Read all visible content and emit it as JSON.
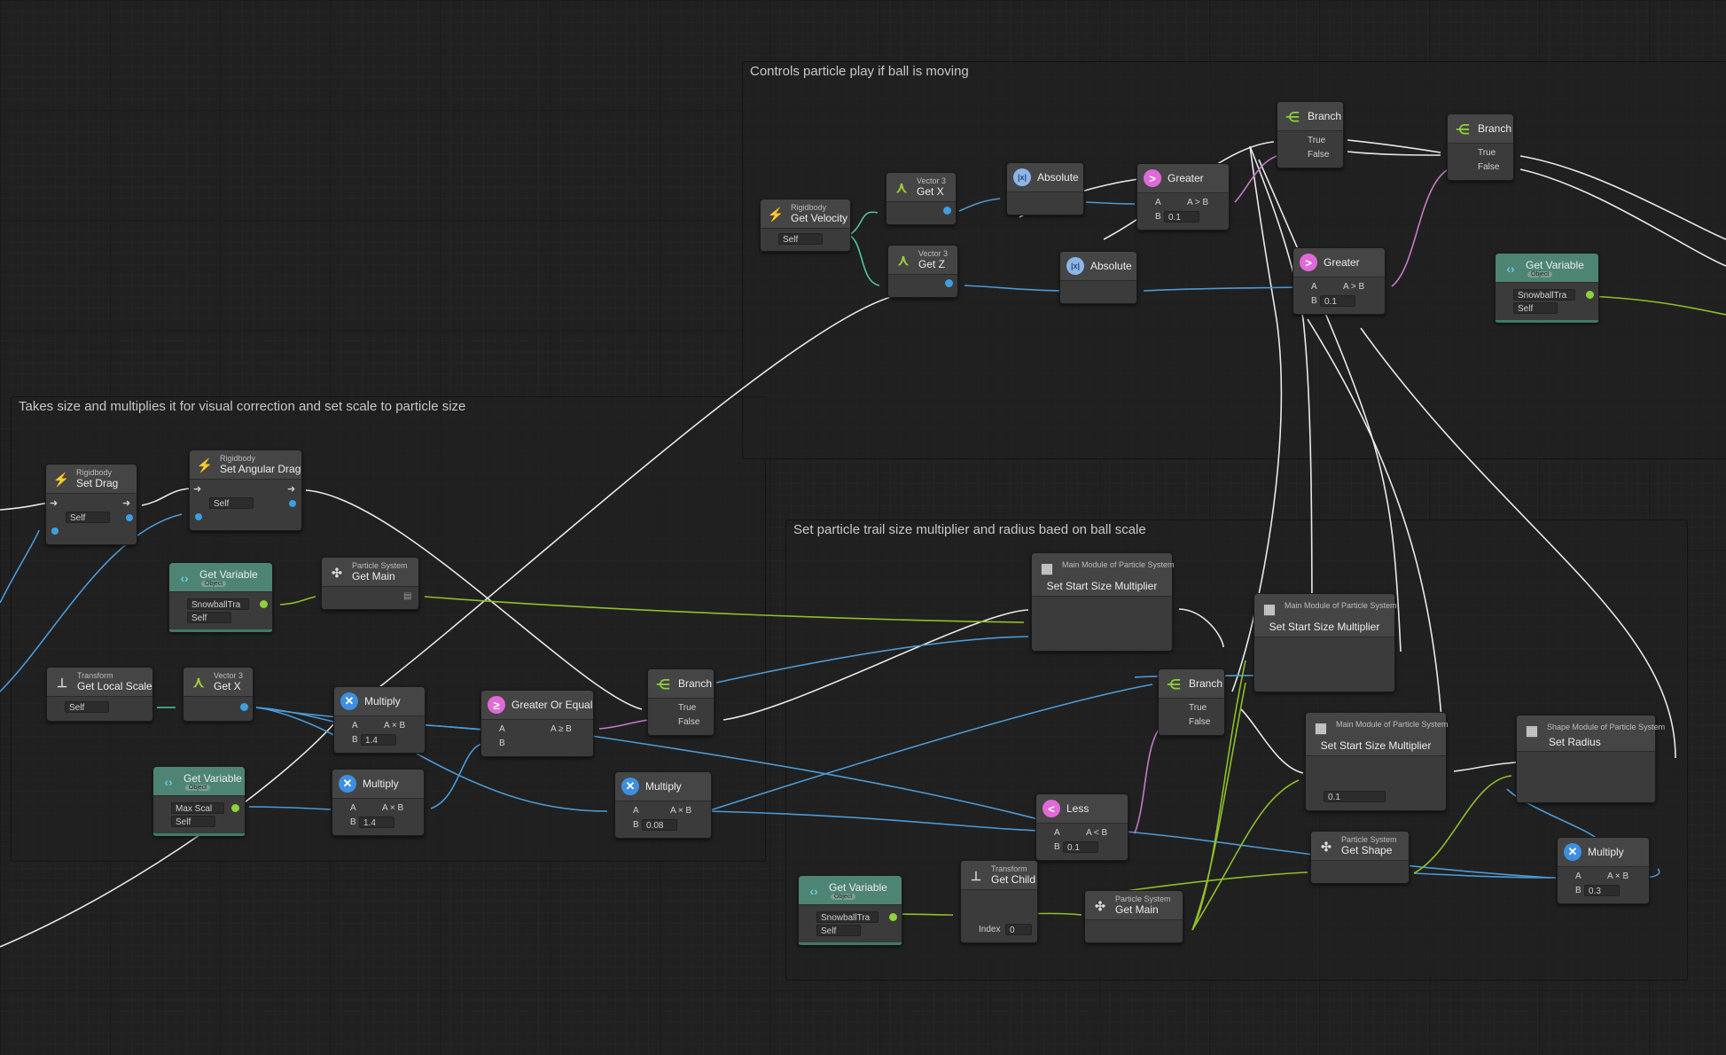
{
  "groups": {
    "scale": {
      "title": "Takes size and multiplies it for visual correction and set scale to particle size"
    },
    "particle_play": {
      "title": "Controls particle play if ball is moving"
    },
    "trail": {
      "title": "Set particle trail size multiplier and radius baed on ball scale"
    }
  },
  "nodes": {
    "set_drag": {
      "category": "Rigidbody",
      "title": "Set Drag",
      "self": "Self"
    },
    "set_ang_drag": {
      "category": "Rigidbody",
      "title": "Set Angular Drag",
      "self": "Self"
    },
    "getvar_snowball1": {
      "title": "Get Variable",
      "badge": "Object",
      "value": "SnowballTra",
      "self": "Self"
    },
    "get_main1": {
      "category": "Particle System",
      "title": "Get Main"
    },
    "get_local_scale": {
      "category": "Transform",
      "title": "Get Local Scale",
      "self": "Self"
    },
    "vec3_getx1": {
      "category": "Vector 3",
      "title": "Get X"
    },
    "multiply1": {
      "title": "Multiply",
      "a": "A",
      "out": "A × B",
      "b": "B",
      "b_value": "1.4"
    },
    "multiply2": {
      "title": "Multiply",
      "a": "A",
      "out": "A × B",
      "b": "B",
      "b_value": "1.4"
    },
    "gte": {
      "title": "Greater Or Equal",
      "a": "A",
      "out": "A ≥ B",
      "b": "B"
    },
    "branch1": {
      "title": "Branch",
      "true": "True",
      "false": "False"
    },
    "multiply3": {
      "title": "Multiply",
      "a": "A",
      "out": "A × B",
      "b": "B",
      "b_value": "0.08"
    },
    "getvar_maxscale": {
      "title": "Get Variable",
      "badge": "Object",
      "value": "Max Scal",
      "self": "Self"
    },
    "get_velocity": {
      "category": "Rigidbody",
      "title": "Get Velocity",
      "self": "Self"
    },
    "vec3_getx2": {
      "category": "Vector 3",
      "title": "Get X"
    },
    "vec3_getz": {
      "category": "Vector 3",
      "title": "Get Z"
    },
    "absolute1": {
      "title": "Absolute"
    },
    "absolute2": {
      "title": "Absolute"
    },
    "greater1": {
      "title": "Greater",
      "a": "A",
      "out": "A > B",
      "b": "B",
      "b_value": "0.1"
    },
    "greater2": {
      "title": "Greater",
      "a": "A",
      "out": "A > B",
      "b": "B",
      "b_value": "0.1"
    },
    "branch2": {
      "title": "Branch",
      "true": "True",
      "false": "False"
    },
    "branch3": {
      "title": "Branch",
      "true": "True",
      "false": "False"
    },
    "getvar_snowball2": {
      "title": "Get Variable",
      "badge": "Object",
      "value": "SnowballTra",
      "self": "Self"
    },
    "set_start_size1": {
      "category": "Main Module of Particle System",
      "title": "Set Start Size Multiplier"
    },
    "set_start_size2": {
      "category": "Main Module of Particle System",
      "title": "Set Start Size Multiplier"
    },
    "set_start_size3": {
      "category": "Main Module of Particle System",
      "title": "Set Start Size Multiplier",
      "value": "0.1"
    },
    "branch4": {
      "title": "Branch",
      "true": "True",
      "false": "False"
    },
    "less": {
      "title": "Less",
      "a": "A",
      "out": "A < B",
      "b": "B",
      "b_value": "0.1"
    },
    "getvar_snowball3": {
      "title": "Get Variable",
      "badge": "Object",
      "value": "SnowballTra",
      "self": "Self"
    },
    "get_child": {
      "category": "Transform",
      "title": "Get Child",
      "index_label": "Index",
      "index_value": "0"
    },
    "get_main2": {
      "category": "Particle System",
      "title": "Get Main"
    },
    "get_shape": {
      "category": "Particle System",
      "title": "Get Shape"
    },
    "set_radius": {
      "category": "Shape Module of Particle System",
      "title": "Set Radius"
    },
    "multiply4": {
      "title": "Multiply",
      "a": "A",
      "out": "A × B",
      "b": "B",
      "b_value": "0.3"
    }
  },
  "colors": {
    "flow": "#8fd13a",
    "float_port": "#3d9fe0",
    "bool_port": "#d08ad0",
    "object_port": "#8fd13a",
    "edge_white": "#e8e8e8",
    "edge_blue": "#4c9ad6",
    "edge_green": "#8fbf2a",
    "edge_pink": "#c77ac9",
    "edge_teal": "#4cc6a0"
  },
  "icons": {
    "rigidbody": "rigidbody-icon",
    "variable": "variable-icon",
    "particle": "particle-system-icon",
    "transform": "transform-axes-icon",
    "vector3": "vector3-icon",
    "multiply": "multiply-icon",
    "compare": "compare-icon",
    "branch": "branch-icon",
    "absolute": "absolute-icon",
    "module": "module-icon"
  }
}
